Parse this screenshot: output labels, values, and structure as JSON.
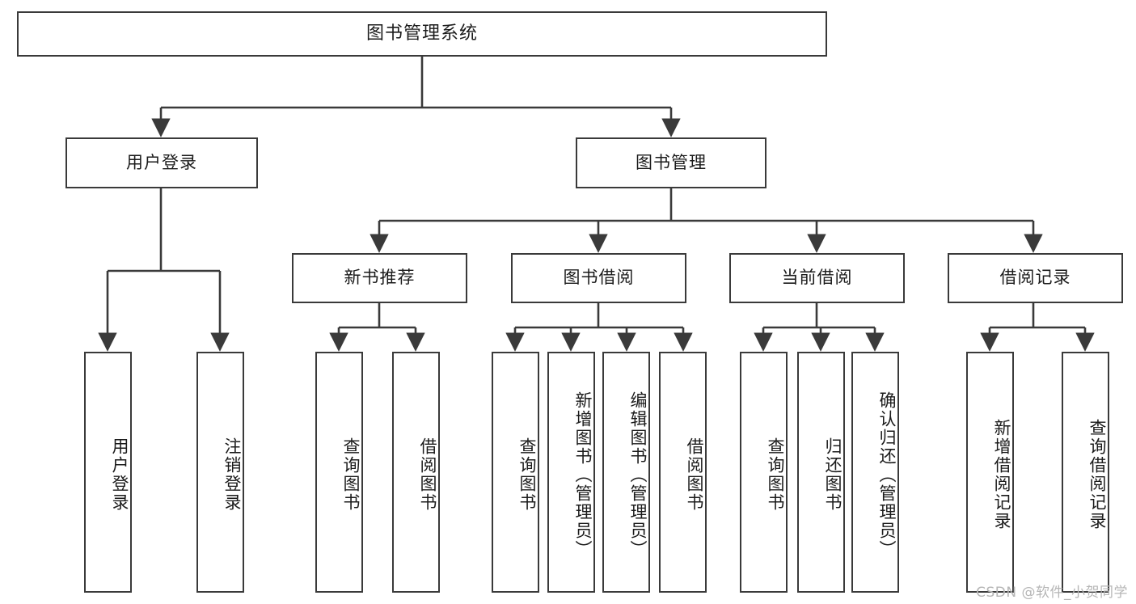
{
  "diagram": {
    "title": "图书管理系统",
    "type": "tree-hierarchy",
    "watermark": "CSDN @软件_小贺同学",
    "colors": {
      "stroke": "#3a3a3a",
      "fill": "#ffffff",
      "text": "#1b1b1b",
      "watermark": "#b6b6b6"
    },
    "nodes": {
      "root": {
        "label": "图书管理系统",
        "level": 1,
        "orientation": "horizontal"
      },
      "level2": [
        {
          "id": "user-login",
          "label": "用户登录",
          "orientation": "horizontal"
        },
        {
          "id": "book-management",
          "label": "图书管理",
          "orientation": "horizontal"
        }
      ],
      "level3": [
        {
          "id": "new-book-recommend",
          "label": "新书推荐",
          "orientation": "horizontal"
        },
        {
          "id": "book-borrow",
          "label": "图书借阅",
          "orientation": "horizontal"
        },
        {
          "id": "current-borrow",
          "label": "当前借阅",
          "orientation": "horizontal"
        },
        {
          "id": "borrow-record",
          "label": "借阅记录",
          "orientation": "horizontal"
        }
      ],
      "leaves": {
        "user-login": [
          {
            "id": "login",
            "label": "用户登录"
          },
          {
            "id": "logout",
            "label": "注销登录"
          }
        ],
        "new-book-recommend": [
          {
            "id": "query-book-1",
            "label": "查询图书"
          },
          {
            "id": "borrow-book-1",
            "label": "借阅图书"
          }
        ],
        "book-borrow": [
          {
            "id": "query-book-2",
            "label": "查询图书"
          },
          {
            "id": "add-book",
            "label": "新增图书（管理员）"
          },
          {
            "id": "edit-book",
            "label": "编辑图书（管理员）"
          },
          {
            "id": "borrow-book-2",
            "label": "借阅图书"
          }
        ],
        "current-borrow": [
          {
            "id": "query-book-3",
            "label": "查询图书"
          },
          {
            "id": "return-book",
            "label": "归还图书"
          },
          {
            "id": "confirm-return",
            "label": "确认归还（管理员）"
          }
        ],
        "borrow-record": [
          {
            "id": "add-record",
            "label": "新增借阅记录"
          },
          {
            "id": "query-record",
            "label": "查询借阅记录"
          }
        ]
      }
    }
  }
}
